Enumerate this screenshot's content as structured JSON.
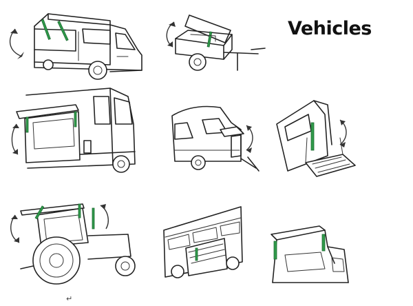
{
  "title": "Vehicles",
  "footer_mark": "↵",
  "colors": {
    "gas_spring": "#2f9a4a",
    "line": "#222222",
    "background": "#ffffff"
  },
  "illustrations": [
    {
      "id": "food-truck",
      "icon": "food-truck-with-raised-side-flap"
    },
    {
      "id": "utility-trailer",
      "icon": "trailer-with-lifting-lid"
    },
    {
      "id": "bus-rear",
      "icon": "bus-with-raised-rear-engine-hatch"
    },
    {
      "id": "caravan",
      "icon": "caravan-with-opening-rear-window"
    },
    {
      "id": "van-ramp",
      "icon": "van-door-with-wheelchair-ramp"
    },
    {
      "id": "tractor",
      "icon": "tractor-cab-with-opening-roof"
    },
    {
      "id": "coach-luggage",
      "icon": "coach-with-luggage-compartment-doors"
    },
    {
      "id": "suv-tailgate",
      "icon": "suv-with-raised-tailgate"
    }
  ]
}
